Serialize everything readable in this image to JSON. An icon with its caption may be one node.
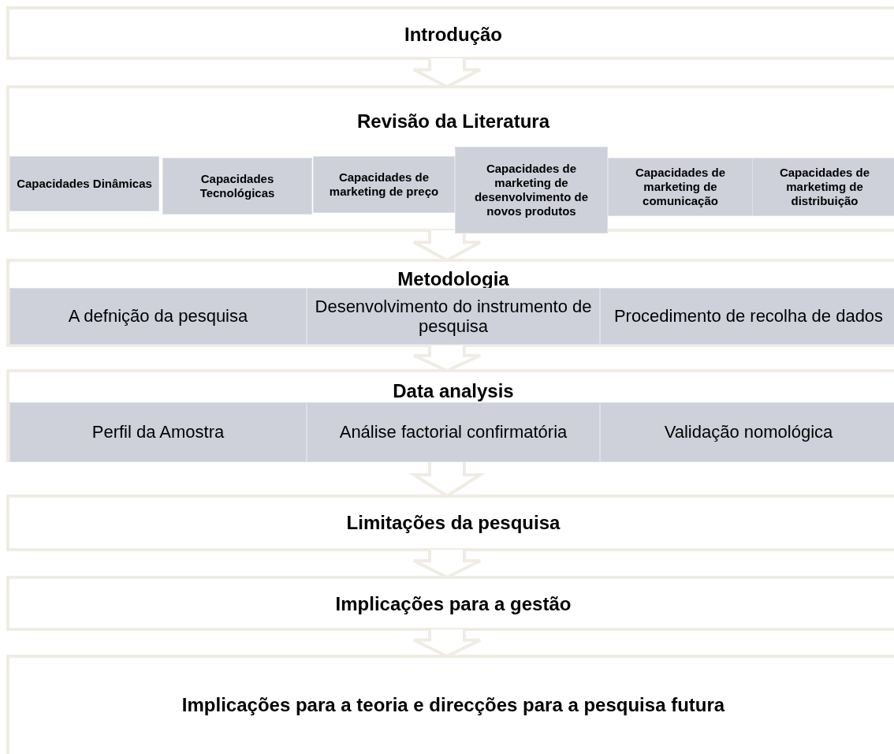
{
  "diagram": {
    "nodes": [
      {
        "text": [
          "Introdução"
        ]
      },
      {
        "text": [
          "Revisão da Literatura"
        ]
      },
      {
        "text": [
          "Capacidades Dinâmicas"
        ],
        "in": 1
      },
      {
        "text": [
          "Capacidades Tecnológicas"
        ],
        "in": 1
      },
      {
        "text": [
          "Capacidades de marketing de preço"
        ],
        "in": 1
      },
      {
        "text": [
          "Capacidades de marketing de desenvolvimento de novos produtos"
        ],
        "in": 1
      },
      {
        "text": [
          "Capacidades de marketing de comunicação"
        ],
        "in": 1
      },
      {
        "text": [
          "Capacidades de marketimg de distribuição"
        ],
        "in": 1
      },
      {
        "text": [
          "Metodologia"
        ]
      },
      {
        "text": [
          "A defnição da pesquisa"
        ],
        "in": 8
      },
      {
        "text": [
          "Desenvolvimento do instrumento de pesquisa"
        ],
        "in": 8
      },
      {
        "text": [
          "Procedimento de recolha de dados"
        ],
        "in": 8
      },
      {
        "text": [
          "Data analysis"
        ]
      },
      {
        "text": [
          "Perfil da Amostra"
        ],
        "in": 12
      },
      {
        "text": [
          "Análise factorial confirmatória"
        ],
        "in": 12
      },
      {
        "text": [
          "Validação nomológica"
        ],
        "in": 12
      },
      {
        "text": [
          "Limitações da pesquisa"
        ]
      },
      {
        "text": [
          "Implicações para a gestão"
        ]
      },
      {
        "text": [
          "Implicações para a teoria e direcções para a pesquisa futura"
        ]
      }
    ],
    "edges": [
      {
        "from": 0,
        "to": 1,
        "arrow": "to"
      },
      {
        "from": 1,
        "to": 8,
        "arrow": "to"
      },
      {
        "from": 8,
        "to": 12,
        "arrow": "to"
      },
      {
        "from": 12,
        "to": 16,
        "arrow": "to"
      },
      {
        "from": 16,
        "to": 17,
        "arrow": "to"
      },
      {
        "from": 17,
        "to": 18,
        "arrow": "to"
      }
    ]
  }
}
